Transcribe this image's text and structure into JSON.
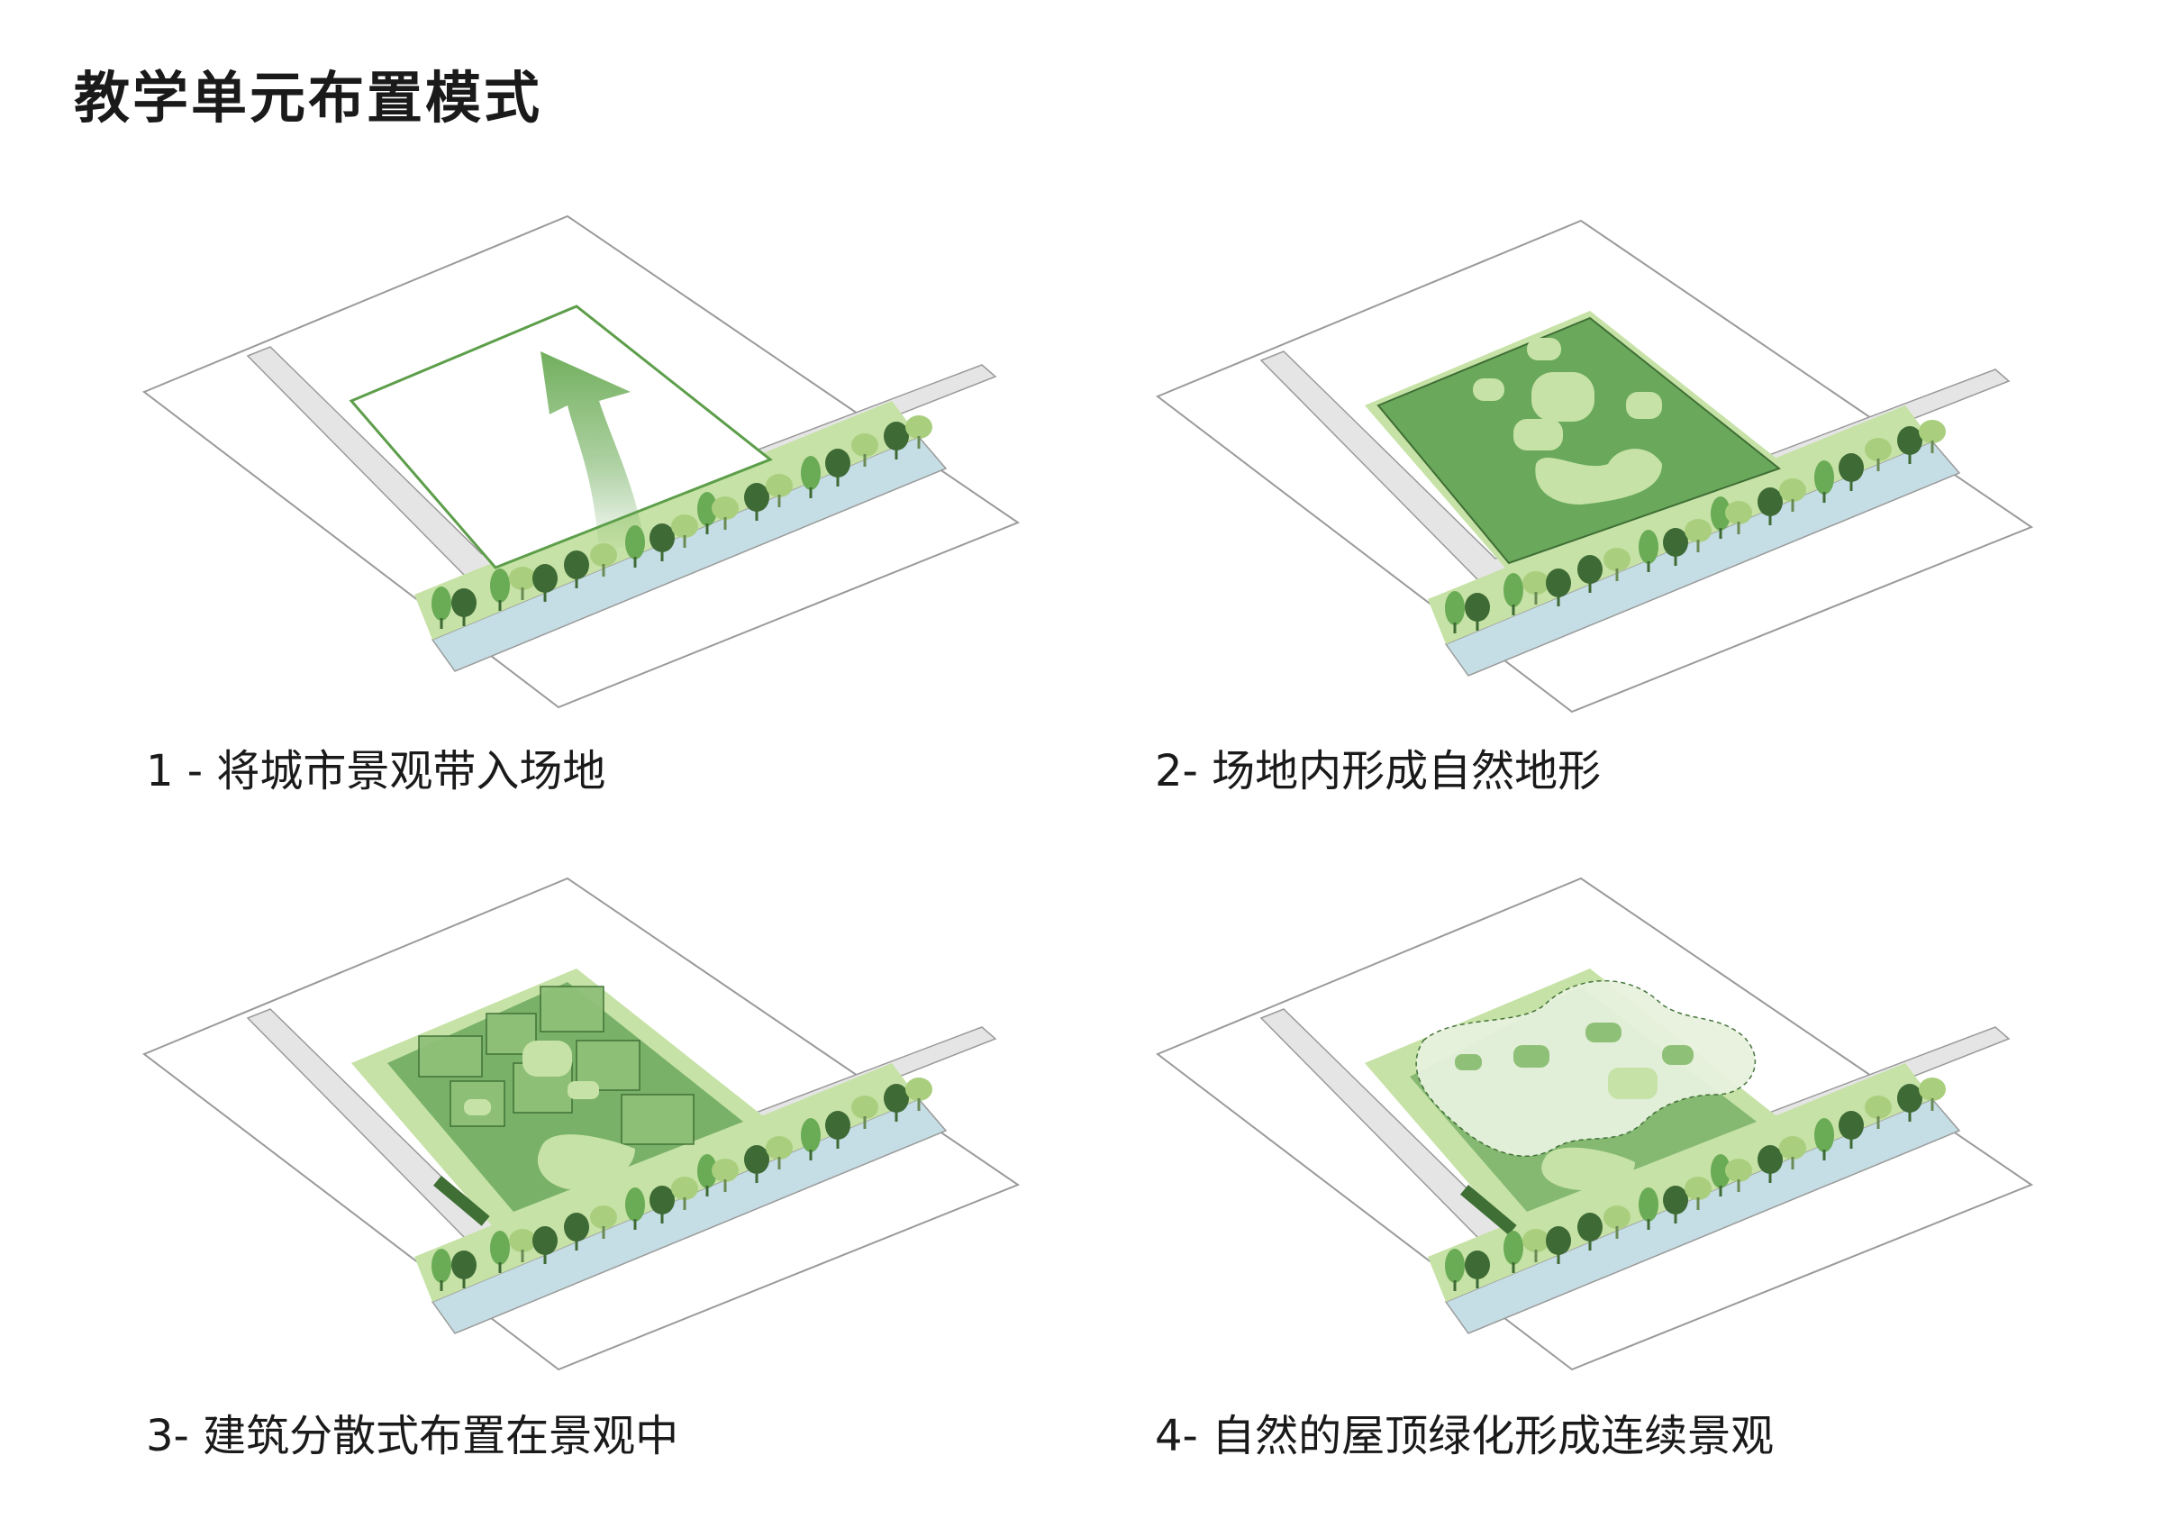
{
  "title": "教学单元布置模式",
  "panels": [
    {
      "caption": "1 - 将城市景观带入场地"
    },
    {
      "caption": "2- 场地内形成自然地形"
    },
    {
      "caption": "3- 建筑分散式布置在景观中"
    },
    {
      "caption": "4- 自然的屋顶绿化形成连续景观"
    }
  ],
  "colors": {
    "outline": "#9a9a9a",
    "road": "#e5e5e5",
    "water": "#c5dde4",
    "lawn": "#c6e2a6",
    "field": "#6aa85c",
    "dark_green": "#3f6f35",
    "tree_dark": "#3e6a35",
    "tree_mid": "#6aab55",
    "tree_light": "#a9cf7e",
    "roof": "#e8f2de"
  }
}
